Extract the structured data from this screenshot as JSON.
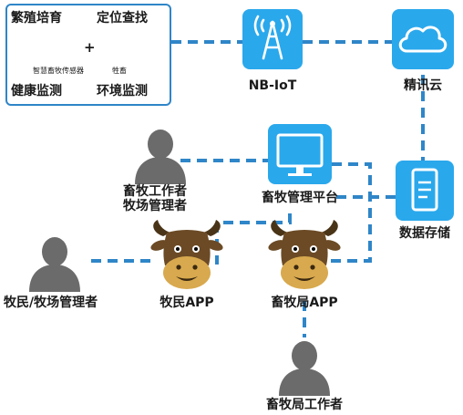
{
  "panel": {
    "top_left": "繁殖培育",
    "top_right": "定位查找",
    "device_label": "智慧畜牧传感器",
    "plus": "+",
    "animal_label": "牲畜",
    "bottom_left": "健康监测",
    "bottom_right": "环境监测"
  },
  "nodes": {
    "nbiot": "NB-IoT",
    "cloud": "精讯云",
    "platform": "畜牧管理平台",
    "storage": "数据存储",
    "worker_admin_line1": "畜牧工作者",
    "worker_admin_line2": "牧场管理者",
    "herder_manager": "牧民/牧场管理者",
    "herder_app": "牧民APP",
    "bureau_app": "畜牧局APP",
    "bureau_worker": "畜牧局工作者"
  },
  "colors": {
    "accent_blue": "#2aa8ec",
    "line_blue": "#2f86c8",
    "person_gray": "#6b6b6b",
    "cow_brown": "#6b4a25",
    "cow_face": "#d8a94e"
  }
}
